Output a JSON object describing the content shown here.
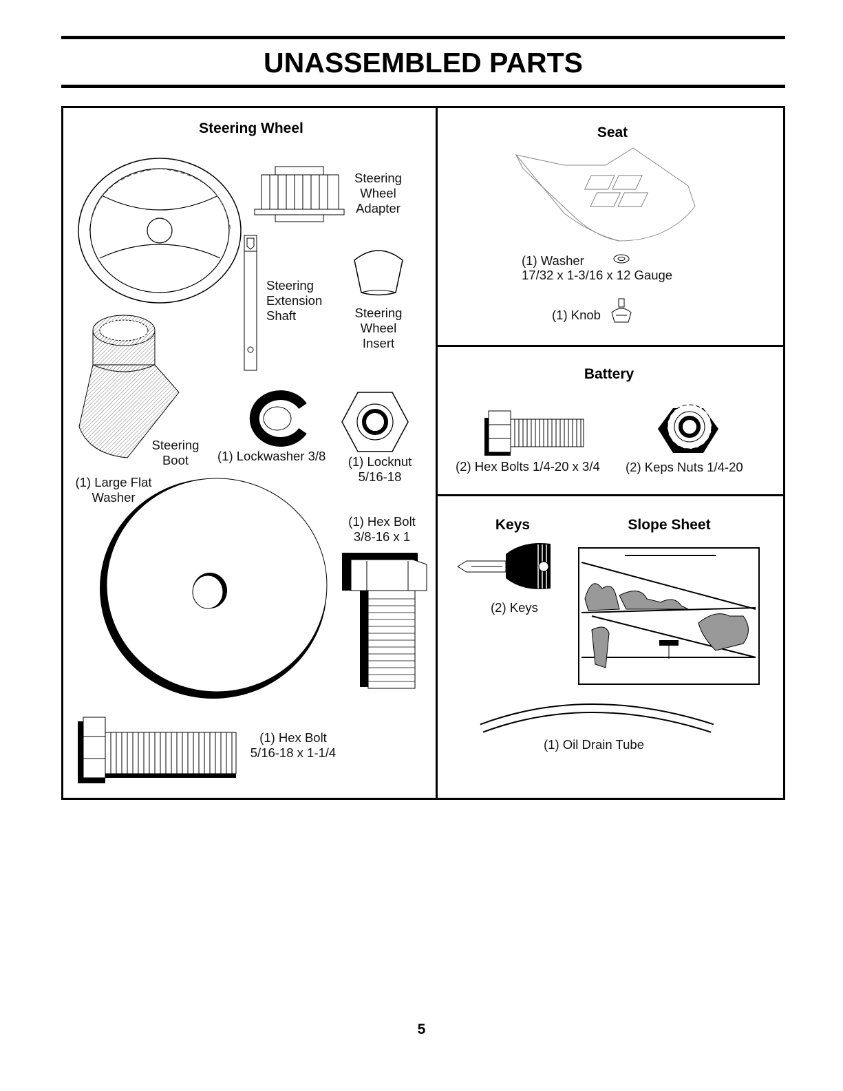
{
  "title": "UNASSEMBLED PARTS",
  "page_number": "5",
  "steering": {
    "header": "Steering Wheel",
    "adapter": [
      "Steering",
      "Wheel",
      "Adapter"
    ],
    "shaft": [
      "Steering",
      "Extension",
      "Shaft"
    ],
    "insert": [
      "Steering",
      "Wheel",
      "Insert"
    ],
    "boot": [
      "Steering",
      "Boot"
    ],
    "lockwasher": "(1) Lockwasher 3/8",
    "locknut": [
      "(1) Locknut",
      "5/16-18"
    ],
    "flat_washer": [
      "(1) Large Flat",
      "Washer"
    ],
    "hex_bolt_38": [
      "(1) Hex Bolt",
      "3/8-16 x 1"
    ],
    "hex_bolt_516": [
      "(1) Hex Bolt",
      "5/16-18 x 1-1/4"
    ]
  },
  "seat": {
    "header": "Seat",
    "washer": [
      "(1) Washer",
      "17/32 x 1-3/16 x 12 Gauge"
    ],
    "knob": "(1) Knob"
  },
  "battery": {
    "header": "Battery",
    "hex_bolts": "(2) Hex Bolts  1/4-20 x 3/4",
    "keps_nuts": "(2) Keps Nuts  1/4-20"
  },
  "keys": {
    "header": "Keys",
    "label": "(2) Keys"
  },
  "slope_sheet": {
    "header": "Slope Sheet"
  },
  "oil_drain_tube": "(1) Oil Drain Tube"
}
